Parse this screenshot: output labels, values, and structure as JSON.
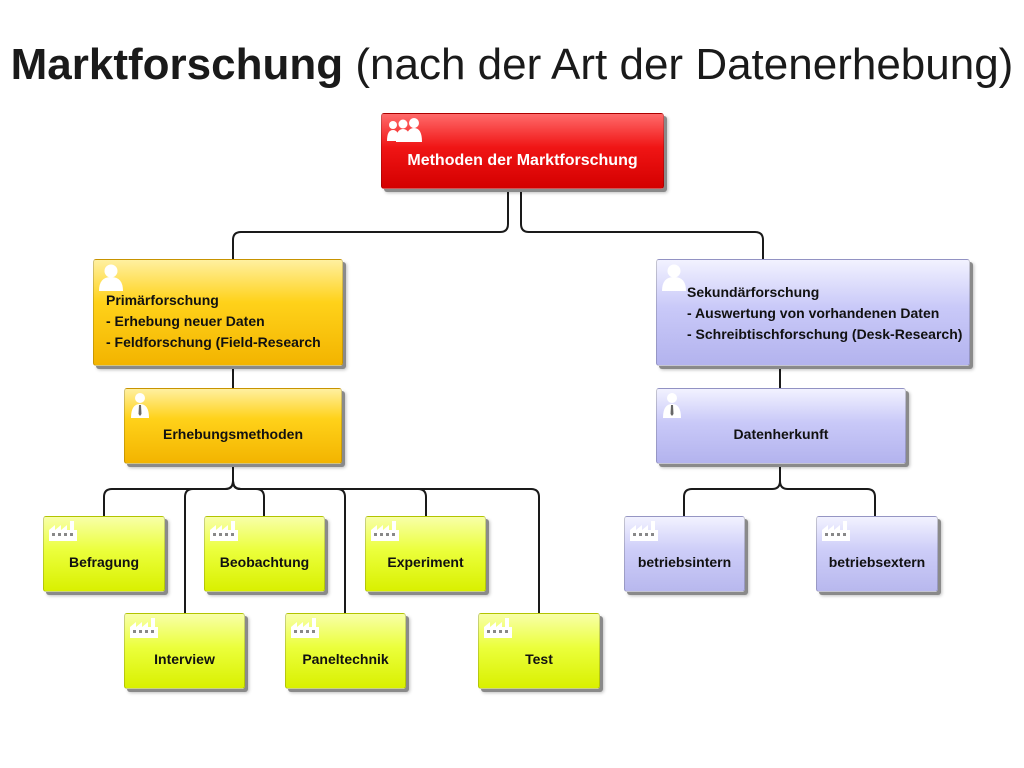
{
  "title": {
    "bold": "Marktforschung",
    "normal": " (nach der Art der Datenerhebung)"
  },
  "nodes": {
    "methoden": "Methoden der Marktforschung",
    "primaer": "Primärforschung\n- Erhebung neuer Daten\n- Feldforschung (Field-Research",
    "sekundaer": "Sekundärforschung\n- Auswertung von vorhandenen Daten\n- Schreibtischforschung (Desk-Research)",
    "erhebungsmethoden": "Erhebungsmethoden",
    "datenherkunft": "Datenherkunft",
    "befragung": "Befragung",
    "beobachtung": "Beobachtung",
    "experiment": "Experiment",
    "interview": "Interview",
    "paneltechnik": "Paneltechnik",
    "test": "Test",
    "betriebsintern": "betriebsintern",
    "betriebsextern": "betriebsextern"
  },
  "colors": {
    "root": "#e00000",
    "primary_branch": "#ffd21a",
    "secondary_branch": "#c9c9f8",
    "leaf_primary": "#ebff3c",
    "connector": "#1a1a1a"
  }
}
